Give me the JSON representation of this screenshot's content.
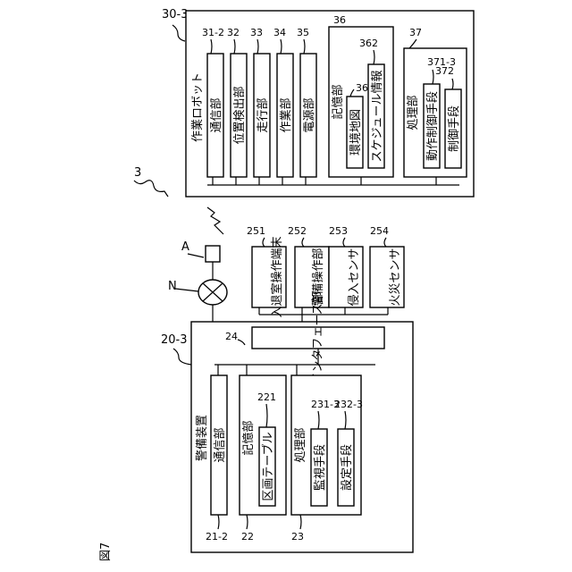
{
  "figure": {
    "label": "図7",
    "system_ref": "3"
  },
  "robot": {
    "ref": "30-3",
    "title": "作業ロボット",
    "units": [
      {
        "ref": "31-2",
        "label": "通信部"
      },
      {
        "ref": "32",
        "label": "位置検出部"
      },
      {
        "ref": "33",
        "label": "走行部"
      },
      {
        "ref": "34",
        "label": "作業部"
      },
      {
        "ref": "35",
        "label": "電源部"
      }
    ],
    "storage": {
      "ref": "36",
      "label": "記憶部",
      "map": {
        "ref": "361",
        "label": "環境地図"
      },
      "schedule": {
        "ref": "362",
        "label": "スケジュール情報"
      }
    },
    "processor": {
      "ref": "37",
      "label": "処理部",
      "motion": {
        "ref": "371-3",
        "label": "動作制御手段"
      },
      "control": {
        "ref": "372",
        "label": "制御手段"
      }
    }
  },
  "network": {
    "label": "N"
  },
  "antenna": {
    "label": "A"
  },
  "terminals": [
    {
      "ref": "251",
      "label": "入退室操作端末"
    },
    {
      "ref": "252",
      "label": "警備操作部"
    },
    {
      "ref": "253",
      "label": "侵入センサ"
    },
    {
      "ref": "254",
      "label": "火災センサ"
    }
  ],
  "security": {
    "ref": "20-3",
    "title": "警備装置",
    "interface": {
      "ref": "24",
      "label": "インタフェース部"
    },
    "comm": {
      "ref": "21-2",
      "label": "通信部"
    },
    "storage": {
      "ref": "22",
      "label": "記憶部",
      "table": {
        "ref": "221",
        "label": "区画テーブル"
      }
    },
    "processor": {
      "ref": "23",
      "label": "処理部",
      "monitor": {
        "ref": "231-3",
        "label": "監視手段"
      },
      "setting": {
        "ref": "232-3",
        "label": "設定手段"
      }
    }
  }
}
